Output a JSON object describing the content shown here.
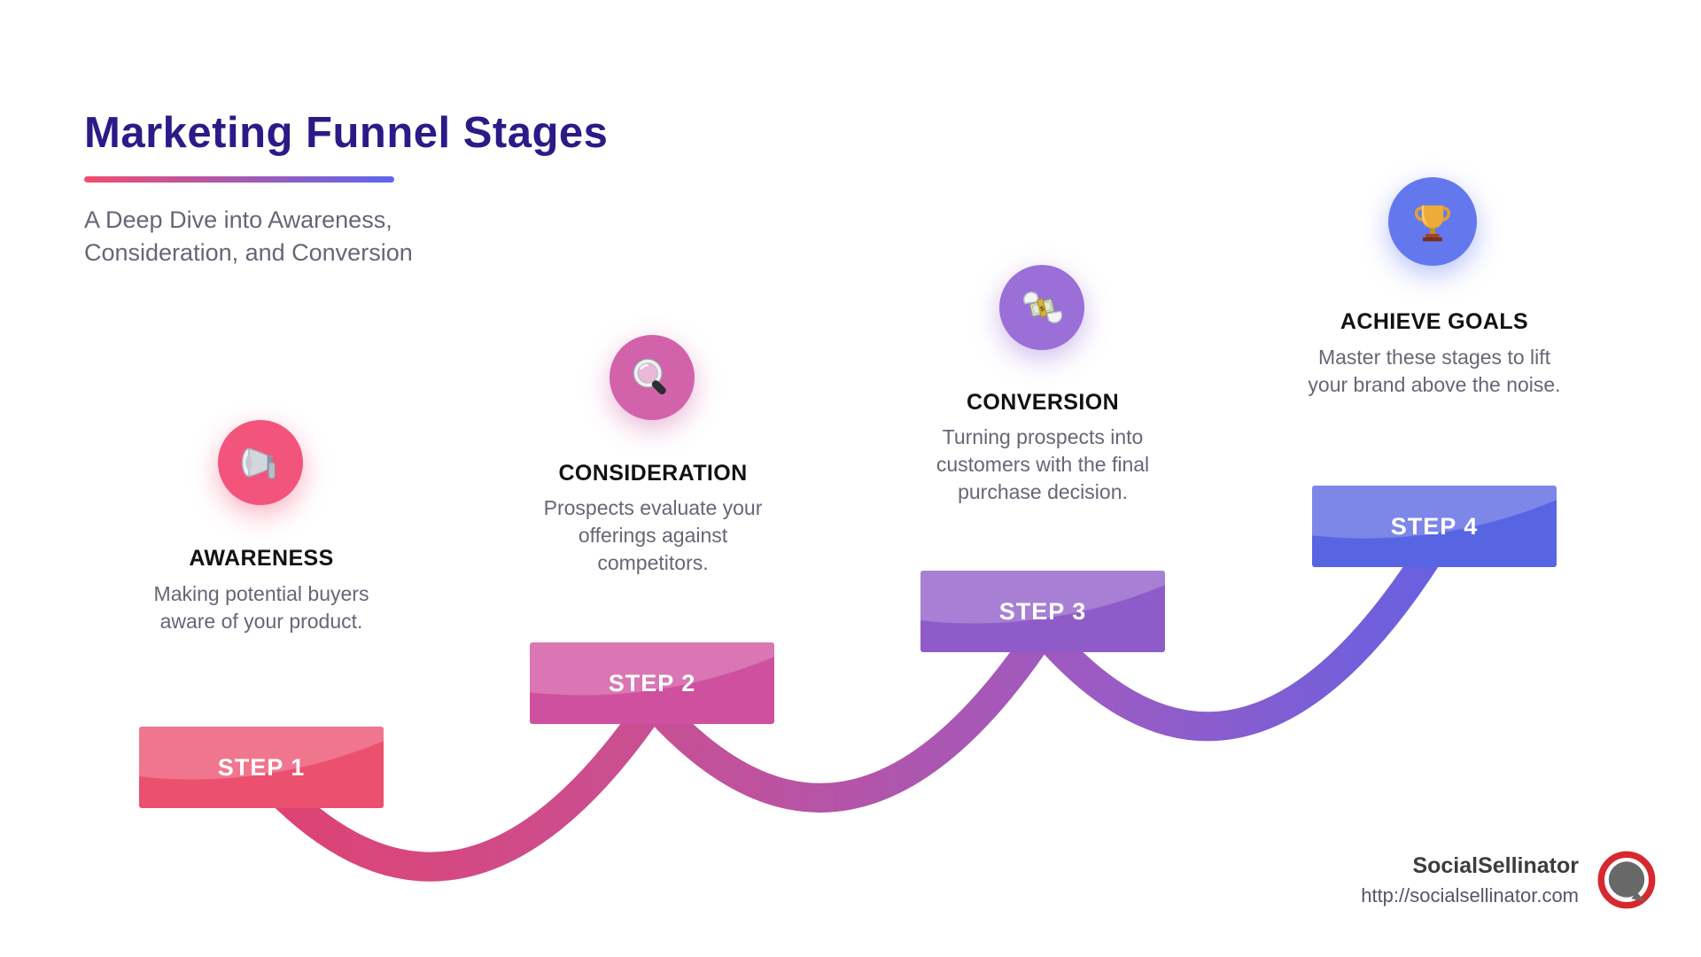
{
  "header": {
    "title": "Marketing Funnel Stages",
    "subtitle": "A Deep Dive into Awareness,\nConsideration, and Conversion"
  },
  "steps": [
    {
      "heading": "AWARENESS",
      "description": "Making potential buyers\naware of your product.",
      "banner_label": "STEP 1",
      "icon": "megaphone-icon",
      "banner_color": "#EC506F",
      "circle_color": "#F2547C"
    },
    {
      "heading": "CONSIDERATION",
      "description": "Prospects evaluate your\nofferings against\ncompetitors.",
      "banner_label": "STEP 2",
      "icon": "magnifying-glass-icon",
      "banner_color": "#CE509E",
      "circle_color": "#D263AB"
    },
    {
      "heading": "CONVERSION",
      "description": "Turning prospects into\ncustomers with the final\npurchase decision.",
      "banner_label": "STEP 3",
      "icon": "money-with-wings-icon",
      "banner_color": "#8E5BC8",
      "circle_color": "#9A6FD8"
    },
    {
      "heading": "ACHIEVE GOALS",
      "description": "Master these stages to lift\nyour brand above the noise.",
      "banner_label": "STEP 4",
      "icon": "trophy-icon",
      "banner_color": "#5865E2",
      "circle_color": "#6478EE"
    }
  ],
  "footer": {
    "brand": "SocialSellinator",
    "url": "http://socialsellinator.com"
  },
  "colors": {
    "title": "#2B1B87",
    "body": "#666677",
    "underline-start": "#F14D6E",
    "underline-end": "#5C67EE",
    "conn-start": "#E63E68",
    "conn-mid1": "#C94F92",
    "conn-mid2": "#9A5BC4",
    "conn-end": "#5562EC",
    "step1": "#EC506F",
    "step2": "#CE509E",
    "step3": "#8E5BC8",
    "step4": "#5865E2",
    "circle1": "#F2547C",
    "circle2": "#D263AB",
    "circle3": "#9A6FD8",
    "circle4": "#6478EE",
    "logo-red": "#D7282F",
    "logo-gray": "#686868",
    "footer-text": "#3C3C3C"
  }
}
